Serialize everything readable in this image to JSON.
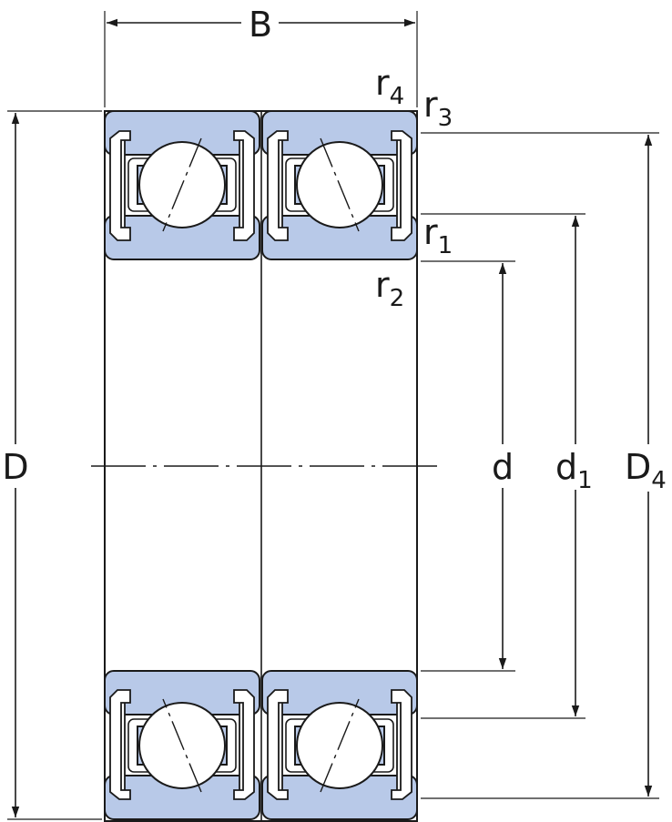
{
  "labels": {
    "B": "B",
    "D": "D",
    "d": "d",
    "d1_main": "d",
    "d1_sub": "1",
    "D4_main": "D",
    "D4_sub": "4",
    "r1_main": "r",
    "r1_sub": "1",
    "r2_main": "r",
    "r2_sub": "2",
    "r3_main": "r",
    "r3_sub": "3",
    "r4_main": "r",
    "r4_sub": "4"
  },
  "colors": {
    "ring_fill": "#b8c9e8",
    "stroke": "#1a1a1a",
    "background": "#ffffff"
  }
}
